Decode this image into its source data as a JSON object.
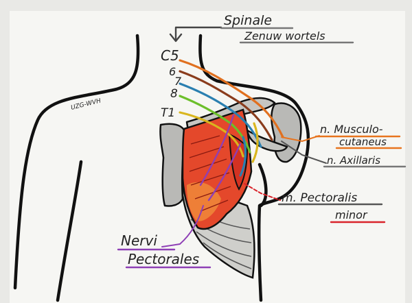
{
  "labels": {
    "spinal_line1": "Spinale",
    "spinal_line2": "Zenuw wortels",
    "c5": "C5",
    "c6": "6",
    "c7": "7",
    "c8": "8",
    "t1": "T1",
    "musculo_line1": "n. Musculo-",
    "musculo_line2": "cutaneus",
    "axillaris": "n. Axillaris",
    "pectoralis_line1": "m. Pectoralis",
    "pectoralis_line2": "minor",
    "nervi_line1": "Nervi",
    "nervi_line2": "Pectorales",
    "watermark": "UZG-WVH"
  },
  "colors": {
    "spinal_underline": "#777777",
    "musculo_underline": "#e8741e",
    "axillaris_underline": "#777777",
    "pectoralis_underline": "#d9232a",
    "nervi_underline": "#8e3fb5",
    "nerve_c5": "#e0701f",
    "nerve_c6": "#8a3c1c",
    "nerve_c7": "#2a7fb0",
    "nerve_c8": "#6cbf2a",
    "nerve_t1": "#d9b61e",
    "muscle_red": "#e4482b",
    "muscle_orange": "#f08a3a",
    "bone_gray": "#b9b9b6",
    "outline": "#111111"
  }
}
